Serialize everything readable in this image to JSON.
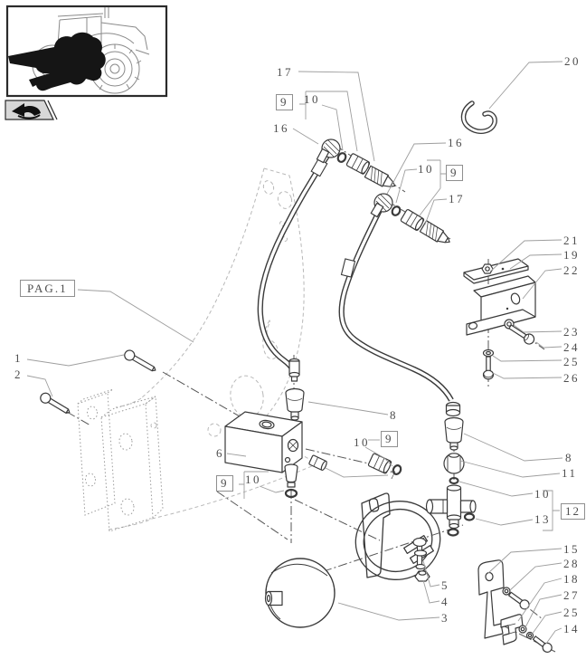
{
  "figure": {
    "kind": "exploded-parts-diagram",
    "colors": {
      "part_line": "#3a3a3a",
      "frame_dashed": "#b8b8b8",
      "leader": "#9e9e9e",
      "label": "#4d4d4d",
      "highlight_silhouette": "#151515"
    },
    "icons": {
      "page_arrow_icon": "double-turn-arrow"
    }
  },
  "page_ref": {
    "text": "PAG.1"
  },
  "callouts": [
    {
      "text": "17"
    },
    {
      "text": "9"
    },
    {
      "text": "10"
    },
    {
      "text": "16"
    },
    {
      "text": "20"
    },
    {
      "text": "16"
    },
    {
      "text": "10"
    },
    {
      "text": "9"
    },
    {
      "text": "17"
    },
    {
      "text": "21"
    },
    {
      "text": "19"
    },
    {
      "text": "22"
    },
    {
      "text": "23"
    },
    {
      "text": "24"
    },
    {
      "text": "25"
    },
    {
      "text": "26"
    },
    {
      "text": "1"
    },
    {
      "text": "2"
    },
    {
      "text": "8"
    },
    {
      "text": "10"
    },
    {
      "text": "9"
    },
    {
      "text": "7"
    },
    {
      "text": "9"
    },
    {
      "text": "10"
    },
    {
      "text": "6"
    },
    {
      "text": "8"
    },
    {
      "text": "11"
    },
    {
      "text": "10"
    },
    {
      "text": "12"
    },
    {
      "text": "13"
    },
    {
      "text": "15"
    },
    {
      "text": "28"
    },
    {
      "text": "18"
    },
    {
      "text": "27"
    },
    {
      "text": "25"
    },
    {
      "text": "14"
    },
    {
      "text": "5"
    },
    {
      "text": "4"
    },
    {
      "text": "3"
    }
  ]
}
